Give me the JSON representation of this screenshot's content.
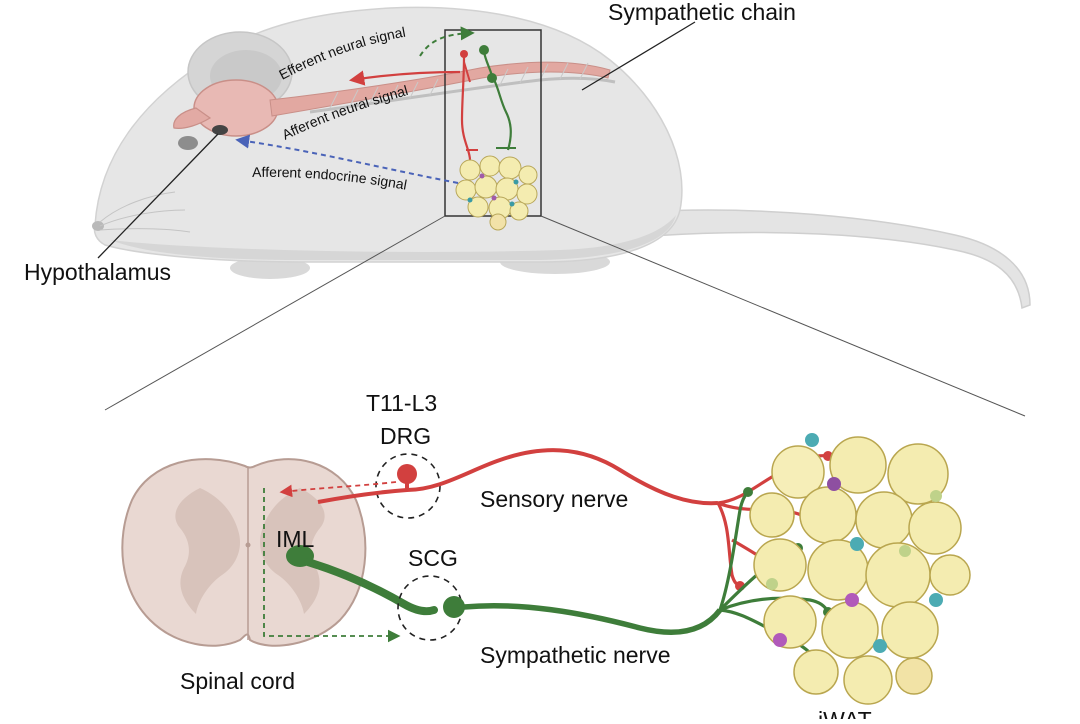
{
  "labels": {
    "sympathetic_chain": "Sympathetic chain",
    "hypothalamus": "Hypothalamus",
    "efferent_neural": "Efferent neural signal",
    "afferent_neural": "Afferent neural signal",
    "afferent_endocrine": "Afferent endocrine signal",
    "drg_line1": "T11-L3",
    "drg_line2": "DRG",
    "sensory_nerve": "Sensory nerve",
    "iml": "IML",
    "scg": "SCG",
    "sympathetic_nerve": "Sympathetic nerve",
    "spinal_cord": "Spinal cord",
    "iwat": "iWAT"
  },
  "colors": {
    "sensory": "#d2403f",
    "sympathetic": "#3e7d3a",
    "endocrine": "#4a63b8",
    "adipocyte": "#f4ecb0",
    "mouse": "#e3e3e3",
    "cord": "#e9d8d2"
  }
}
